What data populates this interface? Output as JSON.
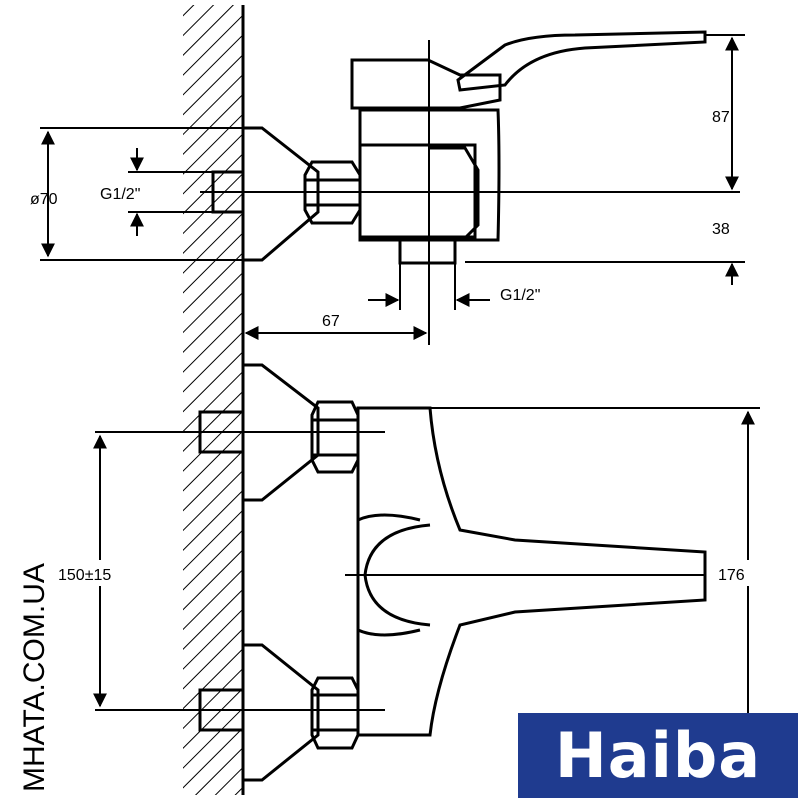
{
  "dimensions": {
    "flange_diameter": "ø70",
    "thread_inlet": "G1/2\"",
    "thread_outlet": "G1/2\"",
    "handle_height": "87",
    "outlet_height": "38",
    "projection": "67",
    "centre_distance": "150±15",
    "total_height": "176"
  },
  "watermark": "MHATA.COM.UA",
  "brand": {
    "name": "Haiba",
    "background": "#1f3b8f",
    "text_color": "#ffffff"
  }
}
